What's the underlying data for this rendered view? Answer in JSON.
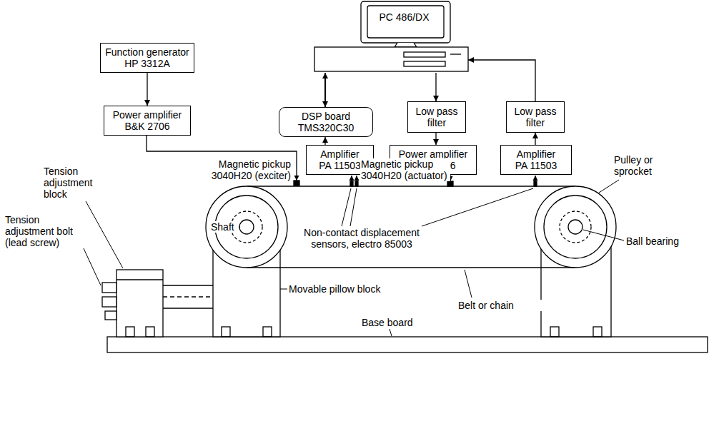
{
  "diagram": {
    "nodes": [
      {
        "text": [
          "PC 486/DX"
        ]
      },
      {
        "text": [
          "Function generator HP 3312A"
        ]
      },
      {
        "text": [
          "Power amplifier B&K 2706"
        ]
      },
      {
        "text": [
          "DSP board TMS320C30"
        ]
      },
      {
        "text": [
          "Low pass filter"
        ]
      },
      {
        "text": [
          "Low pass filter"
        ]
      },
      {
        "text": [
          "Amplifier PA 11503"
        ]
      },
      {
        "text": [
          "Power amplifier B&K 2706"
        ]
      },
      {
        "text": [
          "Amplifier PA 11503"
        ]
      }
    ],
    "edges": [
      {
        "from": 1,
        "to": 2,
        "arrow": "to"
      },
      {
        "from": 0,
        "to": 3,
        "arrow": "both"
      },
      {
        "from": 6,
        "to": 3,
        "arrow": "to"
      },
      {
        "from": 0,
        "to": 4,
        "arrow": "to"
      },
      {
        "from": 4,
        "to": 7,
        "arrow": "to"
      },
      {
        "from": 8,
        "to": 5,
        "arrow": "to"
      },
      {
        "from": 5,
        "to": 0,
        "arrow": "to"
      }
    ],
    "labels": [
      "Magnetic pickup 3040H20 (exciter)",
      "Magnetic pickup 3040H20 (actuator)",
      "Pulley or sprocket",
      "Tension adjustment block",
      "Tension adjustment bolt (lead screw)",
      "Shaft",
      "Non-contact displacement sensors, electro 85003",
      "Ball bearing",
      "Movable pillow block",
      "Belt or chain",
      "Base board"
    ]
  }
}
